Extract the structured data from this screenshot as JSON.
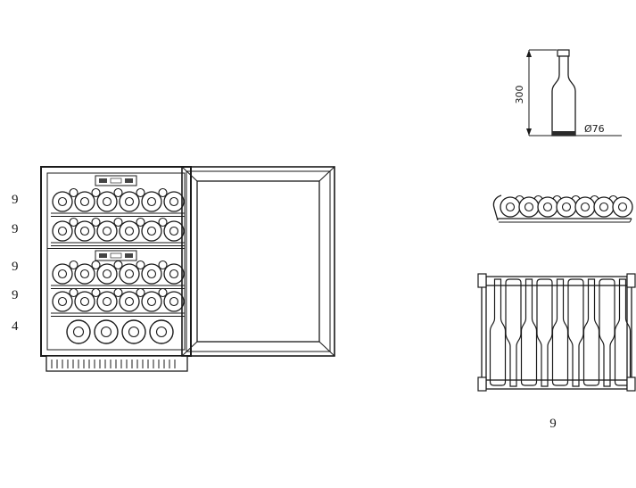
{
  "diagram": {
    "title": "wine-cooler-capacity-diagram",
    "line_color": "#1a1a1a"
  },
  "front_view": {
    "shelf_counts": [
      "9",
      "9",
      "9",
      "9",
      "4"
    ]
  },
  "bottle_dimensions": {
    "height": "300",
    "diameter": "Ø76"
  },
  "top_view": {
    "count": "9"
  }
}
